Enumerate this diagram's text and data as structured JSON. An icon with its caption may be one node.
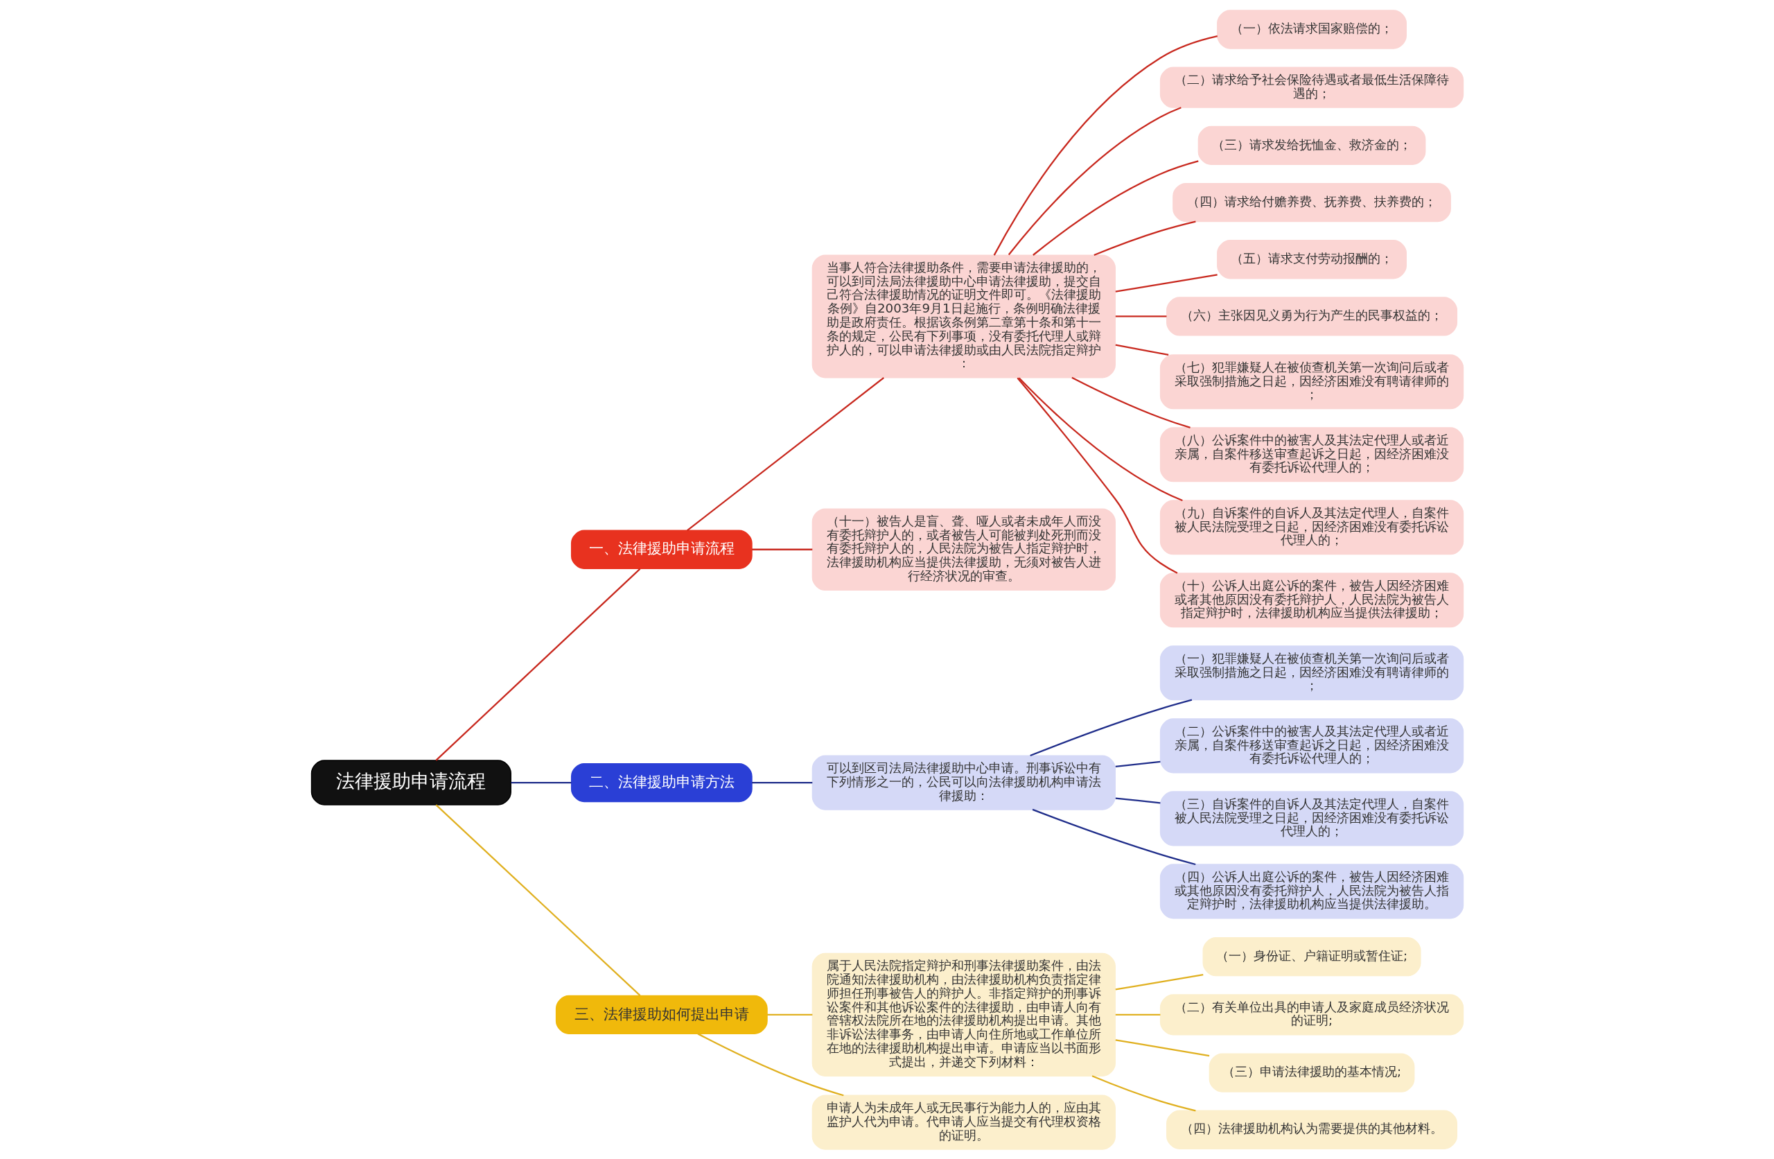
{
  "diagram": {
    "nodes": [
      {
        "text": [
          "法律援助申请流程"
        ]
      },
      {
        "text": [
          "一、法律援助申请流程"
        ]
      },
      {
        "text": [
          "当事人符合法律援助条件，需要申请法律援助的，可以到司法局法律援助中心申请法律援助，提交自己符合法律援助情况的证明文件即可。《法律援助条例》自2003年9月1日起施行，条例明确法律援助是政府责任。根据该条例第二章第十条和第十一条的规定，公民有下列事项，没有委托代理人或辩护人的，可以申请法律援助或由人民法院指定辩护："
        ]
      },
      {
        "text": [
          "（一）依法请求国家赔偿的；"
        ]
      },
      {
        "text": [
          "（二）请求给予社会保险待遇或者最低生活保障待遇的；"
        ]
      },
      {
        "text": [
          "（三）请求发给抚恤金、救济金的；"
        ]
      },
      {
        "text": [
          "（四）请求给付赡养费、抚养费、扶养费的；"
        ]
      },
      {
        "text": [
          "（五）请求支付劳动报酬的；"
        ]
      },
      {
        "text": [
          "（六）主张因见义勇为行为产生的民事权益的；"
        ]
      },
      {
        "text": [
          "（七）犯罪嫌疑人在被侦查机关第一次询问后或者采取强制措施之日起，因经济困难没有聘请律师的；"
        ]
      },
      {
        "text": [
          "（八）公诉案件中的被害人及其法定代理人或者近亲属，自案件移送审查起诉之日起，因经济困难没有委托诉讼代理人的；"
        ]
      },
      {
        "text": [
          "（九）自诉案件的自诉人及其法定代理人，自案件被人民法院受理之日起，因经济困难没有委托诉讼代理人的；"
        ]
      },
      {
        "text": [
          "（十）公诉人出庭公诉的案件，被告人因经济困难或者其他原因没有委托辩护人，人民法院为被告人指定辩护时，法律援助机构应当提供法律援助；"
        ]
      },
      {
        "text": [
          "（十一）被告人是盲、聋、哑人或者未成年人而没有委托辩护人的，或者被告人可能被判处死刑而没有委托辩护人的，人民法院为被告人指定辩护时，法律援助机构应当提供法律援助，无须对被告人进行经济状况的审查。"
        ]
      },
      {
        "text": [
          "二、法律援助申请方法"
        ]
      },
      {
        "text": [
          "可以到区司法局法律援助中心申请。刑事诉讼中有下列情形之一的，公民可以向法律援助机构申请法律援助："
        ]
      },
      {
        "text": [
          "（一）犯罪嫌疑人在被侦查机关第一次询问后或者采取强制措施之日起，因经济困难没有聘请律师的；"
        ]
      },
      {
        "text": [
          "（二）公诉案件中的被害人及其法定代理人或者近亲属，自案件移送审查起诉之日起，因经济困难没有委托诉讼代理人的；"
        ]
      },
      {
        "text": [
          "（三）自诉案件的自诉人及其法定代理人，自案件被人民法院受理之日起，因经济困难没有委托诉讼代理人的；"
        ]
      },
      {
        "text": [
          "（四）公诉人出庭公诉的案件，被告人因经济困难或其他原因没有委托辩护人，人民法院为被告人指定辩护时，法律援助机构应当提供法律援助。"
        ]
      },
      {
        "text": [
          "三、法律援助如何提出申请"
        ]
      },
      {
        "text": [
          "属于人民法院指定辩护和刑事法律援助案件，由法院通知法律援助机构，由法律援助机构负责指定律师担任刑事被告人的辩护人。非指定辩护的刑事诉讼案件和其他诉讼案件的法律援助，由申请人向有管辖权法院所在地的法律援助机构提出申请。其他非诉讼法律事务，由申请人向住所地或工作单位所在地的法律援助机构提出申请。申请应当以书面形式提出，并递交下列材料："
        ]
      },
      {
        "text": [
          "（一）身份证、户籍证明或暂住证;"
        ]
      },
      {
        "text": [
          "（二）有关单位出具的申请人及家庭成员经济状况的证明;"
        ]
      },
      {
        "text": [
          "（三）申请法律援助的基本情况;"
        ]
      },
      {
        "text": [
          "（四）法律援助机构认为需要提供的其他材料。"
        ]
      },
      {
        "text": [
          "申请人为未成年人或无民事行为能力人的，应由其监护人代为申请。代申请人应当提交有代理权资格的证明。"
        ]
      }
    ],
    "edges": [
      {
        "from": 0,
        "to": 1,
        "arrow": "none"
      },
      {
        "from": 1,
        "to": 2,
        "arrow": "none"
      },
      {
        "from": 2,
        "to": 3,
        "arrow": "none"
      },
      {
        "from": 2,
        "to": 4,
        "arrow": "none"
      },
      {
        "from": 2,
        "to": 5,
        "arrow": "none"
      },
      {
        "from": 2,
        "to": 6,
        "arrow": "none"
      },
      {
        "from": 2,
        "to": 7,
        "arrow": "none"
      },
      {
        "from": 2,
        "to": 8,
        "arrow": "none"
      },
      {
        "from": 2,
        "to": 9,
        "arrow": "none"
      },
      {
        "from": 2,
        "to": 10,
        "arrow": "none"
      },
      {
        "from": 2,
        "to": 11,
        "arrow": "none"
      },
      {
        "from": 2,
        "to": 12,
        "arrow": "none"
      },
      {
        "from": 1,
        "to": 13,
        "arrow": "none"
      },
      {
        "from": 0,
        "to": 14,
        "arrow": "none",
        "color": "#1f2d8a"
      },
      {
        "from": 14,
        "to": 15,
        "arrow": "none",
        "color": "#1f2d8a"
      },
      {
        "from": 15,
        "to": 16,
        "arrow": "none",
        "color": "#1f2d8a"
      },
      {
        "from": 15,
        "to": 17,
        "arrow": "none",
        "color": "#1f2d8a"
      },
      {
        "from": 15,
        "to": 18,
        "arrow": "none",
        "color": "#1f2d8a"
      },
      {
        "from": 15,
        "to": 19,
        "arrow": "none",
        "color": "#1f2d8a"
      },
      {
        "from": 0,
        "to": 20,
        "arrow": "none",
        "color": "#e0b020"
      },
      {
        "from": 20,
        "to": 21,
        "arrow": "none",
        "color": "#e0b020"
      },
      {
        "from": 21,
        "to": 22,
        "arrow": "none",
        "color": "#e0b020"
      },
      {
        "from": 21,
        "to": 23,
        "arrow": "none",
        "color": "#e0b020"
      },
      {
        "from": 21,
        "to": 24,
        "arrow": "none",
        "color": "#e0b020"
      },
      {
        "from": 21,
        "to": 25,
        "arrow": "none",
        "color": "#e0b020"
      },
      {
        "from": 20,
        "to": 26,
        "arrow": "none",
        "color": "#e0b020"
      }
    ]
  }
}
